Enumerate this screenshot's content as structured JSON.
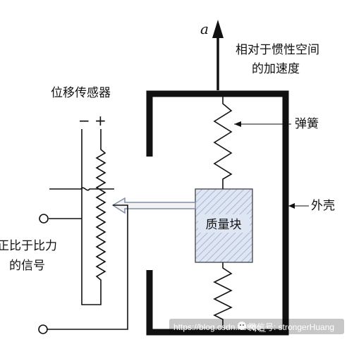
{
  "labels": {
    "accel_symbol": "a",
    "accel_line1": "相对于惯性空间",
    "accel_line2": "的加速度",
    "sensor": "位移传感器",
    "minus": "−",
    "plus": "+",
    "spring": "弹簧",
    "shell": "外壳",
    "mass": "质量块",
    "signal_line1": "正比于比力",
    "signal_line2": "的信号"
  },
  "watermark": {
    "url": "https://blog.csdn.net/qq_",
    "account": "微信号: strongerHuang"
  },
  "colors": {
    "line": "#111111",
    "mass_fill": "#dfe6f3",
    "mass_hatch": "#9aabcc",
    "arrow_fill": "#f2f2f2",
    "arrow_stroke": "#7f8fa8"
  }
}
